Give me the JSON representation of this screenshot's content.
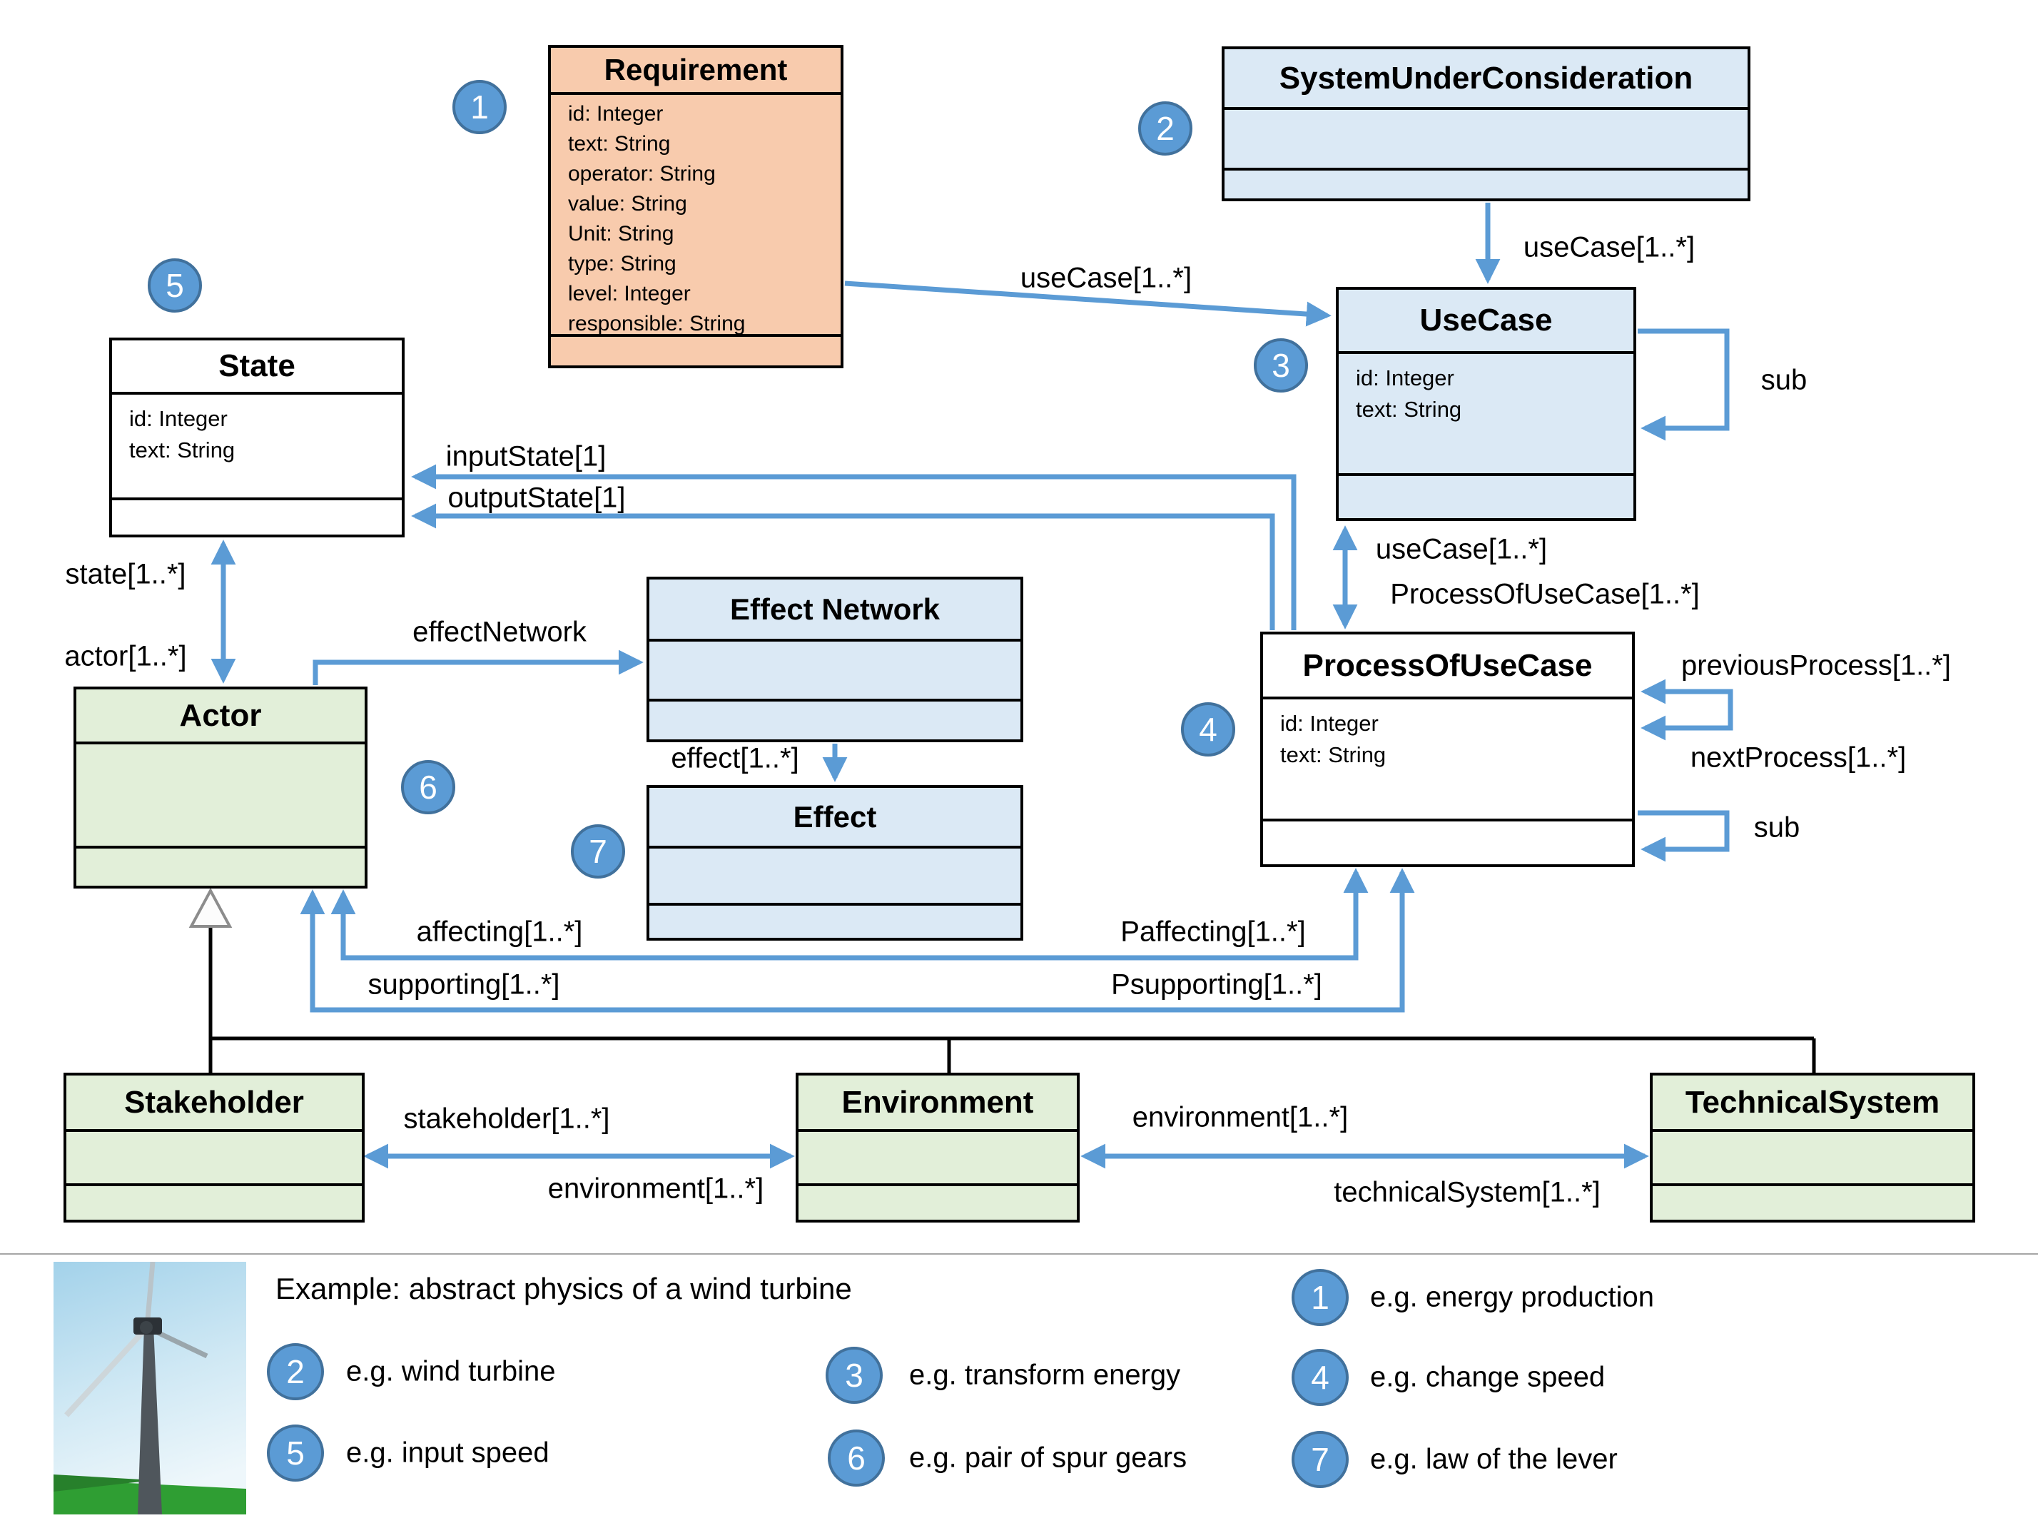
{
  "colors": {
    "accent_blue": "#5b9bd5",
    "badge_border": "#41719c",
    "box_blue": "#dbe9f5",
    "box_orange": "#f8cbad",
    "box_green": "#e2efd9",
    "box_white": "#ffffff",
    "generalization_black": "#000000",
    "divider_gray": "#a6a6a6"
  },
  "classes": {
    "requirement": {
      "title": "Requirement",
      "attributes": [
        "id: Integer",
        "text: String",
        "operator: String",
        "value: String",
        "Unit: String",
        "type: String",
        "level: Integer",
        "responsible: String"
      ]
    },
    "suc": {
      "title": "SystemUnderConsideration",
      "attributes": []
    },
    "usecase": {
      "title": "UseCase",
      "attributes": [
        "id: Integer",
        "text: String"
      ]
    },
    "state": {
      "title": "State",
      "attributes": [
        "id: Integer",
        "text: String"
      ]
    },
    "effect_network": {
      "title": "Effect Network",
      "attributes": []
    },
    "effect": {
      "title": "Effect",
      "attributes": []
    },
    "pouc": {
      "title": "ProcessOfUseCase",
      "attributes": [
        "id: Integer",
        "text: String"
      ]
    },
    "actor": {
      "title": "Actor",
      "attributes": []
    },
    "stakeholder": {
      "title": "Stakeholder",
      "attributes": []
    },
    "environment": {
      "title": "Environment",
      "attributes": []
    },
    "technical_system": {
      "title": "TechnicalSystem",
      "attributes": []
    }
  },
  "labels": {
    "suc_usecase": "useCase[1..*]",
    "req_usecase": "useCase[1..*]",
    "usecase_sub": "sub",
    "usecase_pouc": "useCase[1..*]",
    "pouc_of_usecase": "ProcessOfUseCase[1..*]",
    "input_state": "inputState[1]",
    "output_state": "outputState[1]",
    "state_role": "state[1..*]",
    "actor_role": "actor[1..*]",
    "effect_network_role": "effectNetwork",
    "effect_role": "effect[1..*]",
    "previous_process": "previousProcess[1..*]",
    "next_process": "nextProcess[1..*]",
    "pouc_sub": "sub",
    "affecting": "affecting[1..*]",
    "supporting": "supporting[1..*]",
    "p_affecting": "Paffecting[1..*]",
    "p_supporting": "Psupporting[1..*]",
    "stakeholder_role": "stakeholder[1..*]",
    "environment_role_left": "environment[1..*]",
    "environment_role_right": "environment[1..*]",
    "technical_system_role": "technicalSystem[1..*]"
  },
  "badges": [
    "1",
    "2",
    "3",
    "4",
    "5",
    "6",
    "7"
  ],
  "legend": {
    "title": "Example: abstract physics of a wind turbine",
    "items": [
      {
        "num": "1",
        "text": "e.g. energy production"
      },
      {
        "num": "2",
        "text": "e.g. wind turbine"
      },
      {
        "num": "3",
        "text": "e.g. transform energy"
      },
      {
        "num": "4",
        "text": "e.g. change speed"
      },
      {
        "num": "5",
        "text": "e.g. input speed"
      },
      {
        "num": "6",
        "text": "e.g. pair of spur gears"
      },
      {
        "num": "7",
        "text": "e.g. law of the lever"
      }
    ]
  }
}
